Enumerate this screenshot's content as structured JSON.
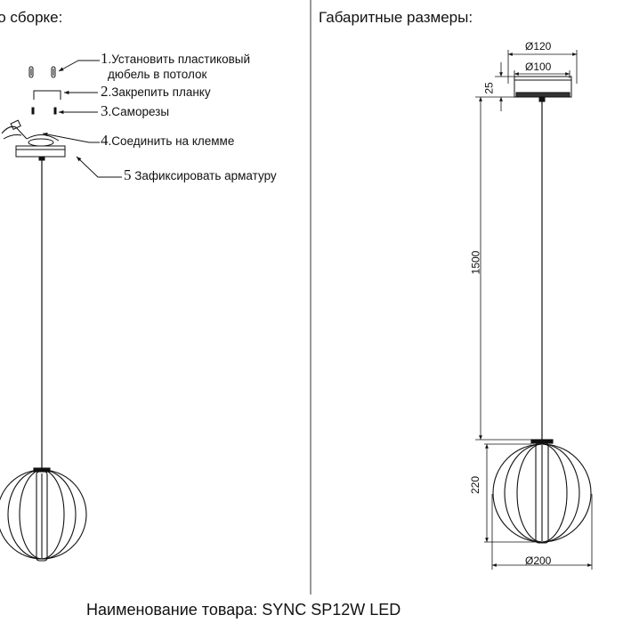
{
  "headers": {
    "assembly": "по сборке:",
    "dimensions": "Габаритные размеры:"
  },
  "steps": [
    {
      "num": "1",
      "text": ".Установить пластиковый",
      "text2": "дюбель в потолок"
    },
    {
      "num": "2",
      "text": ".Закрепить планку"
    },
    {
      "num": "3",
      "text": ".Саморезы"
    },
    {
      "num": "4",
      "text": ".Соединить на клемме"
    },
    {
      "num": "5",
      "text": " Зафиксировать арматуру"
    }
  ],
  "dimensions": {
    "canopy_outer": "Ø120",
    "canopy_inner": "Ø100",
    "canopy_height": "25",
    "cable_length": "1500",
    "globe_height": "220",
    "globe_diameter": "Ø200"
  },
  "product": {
    "name": "Наименование товара: SYNC SP12W LED"
  }
}
